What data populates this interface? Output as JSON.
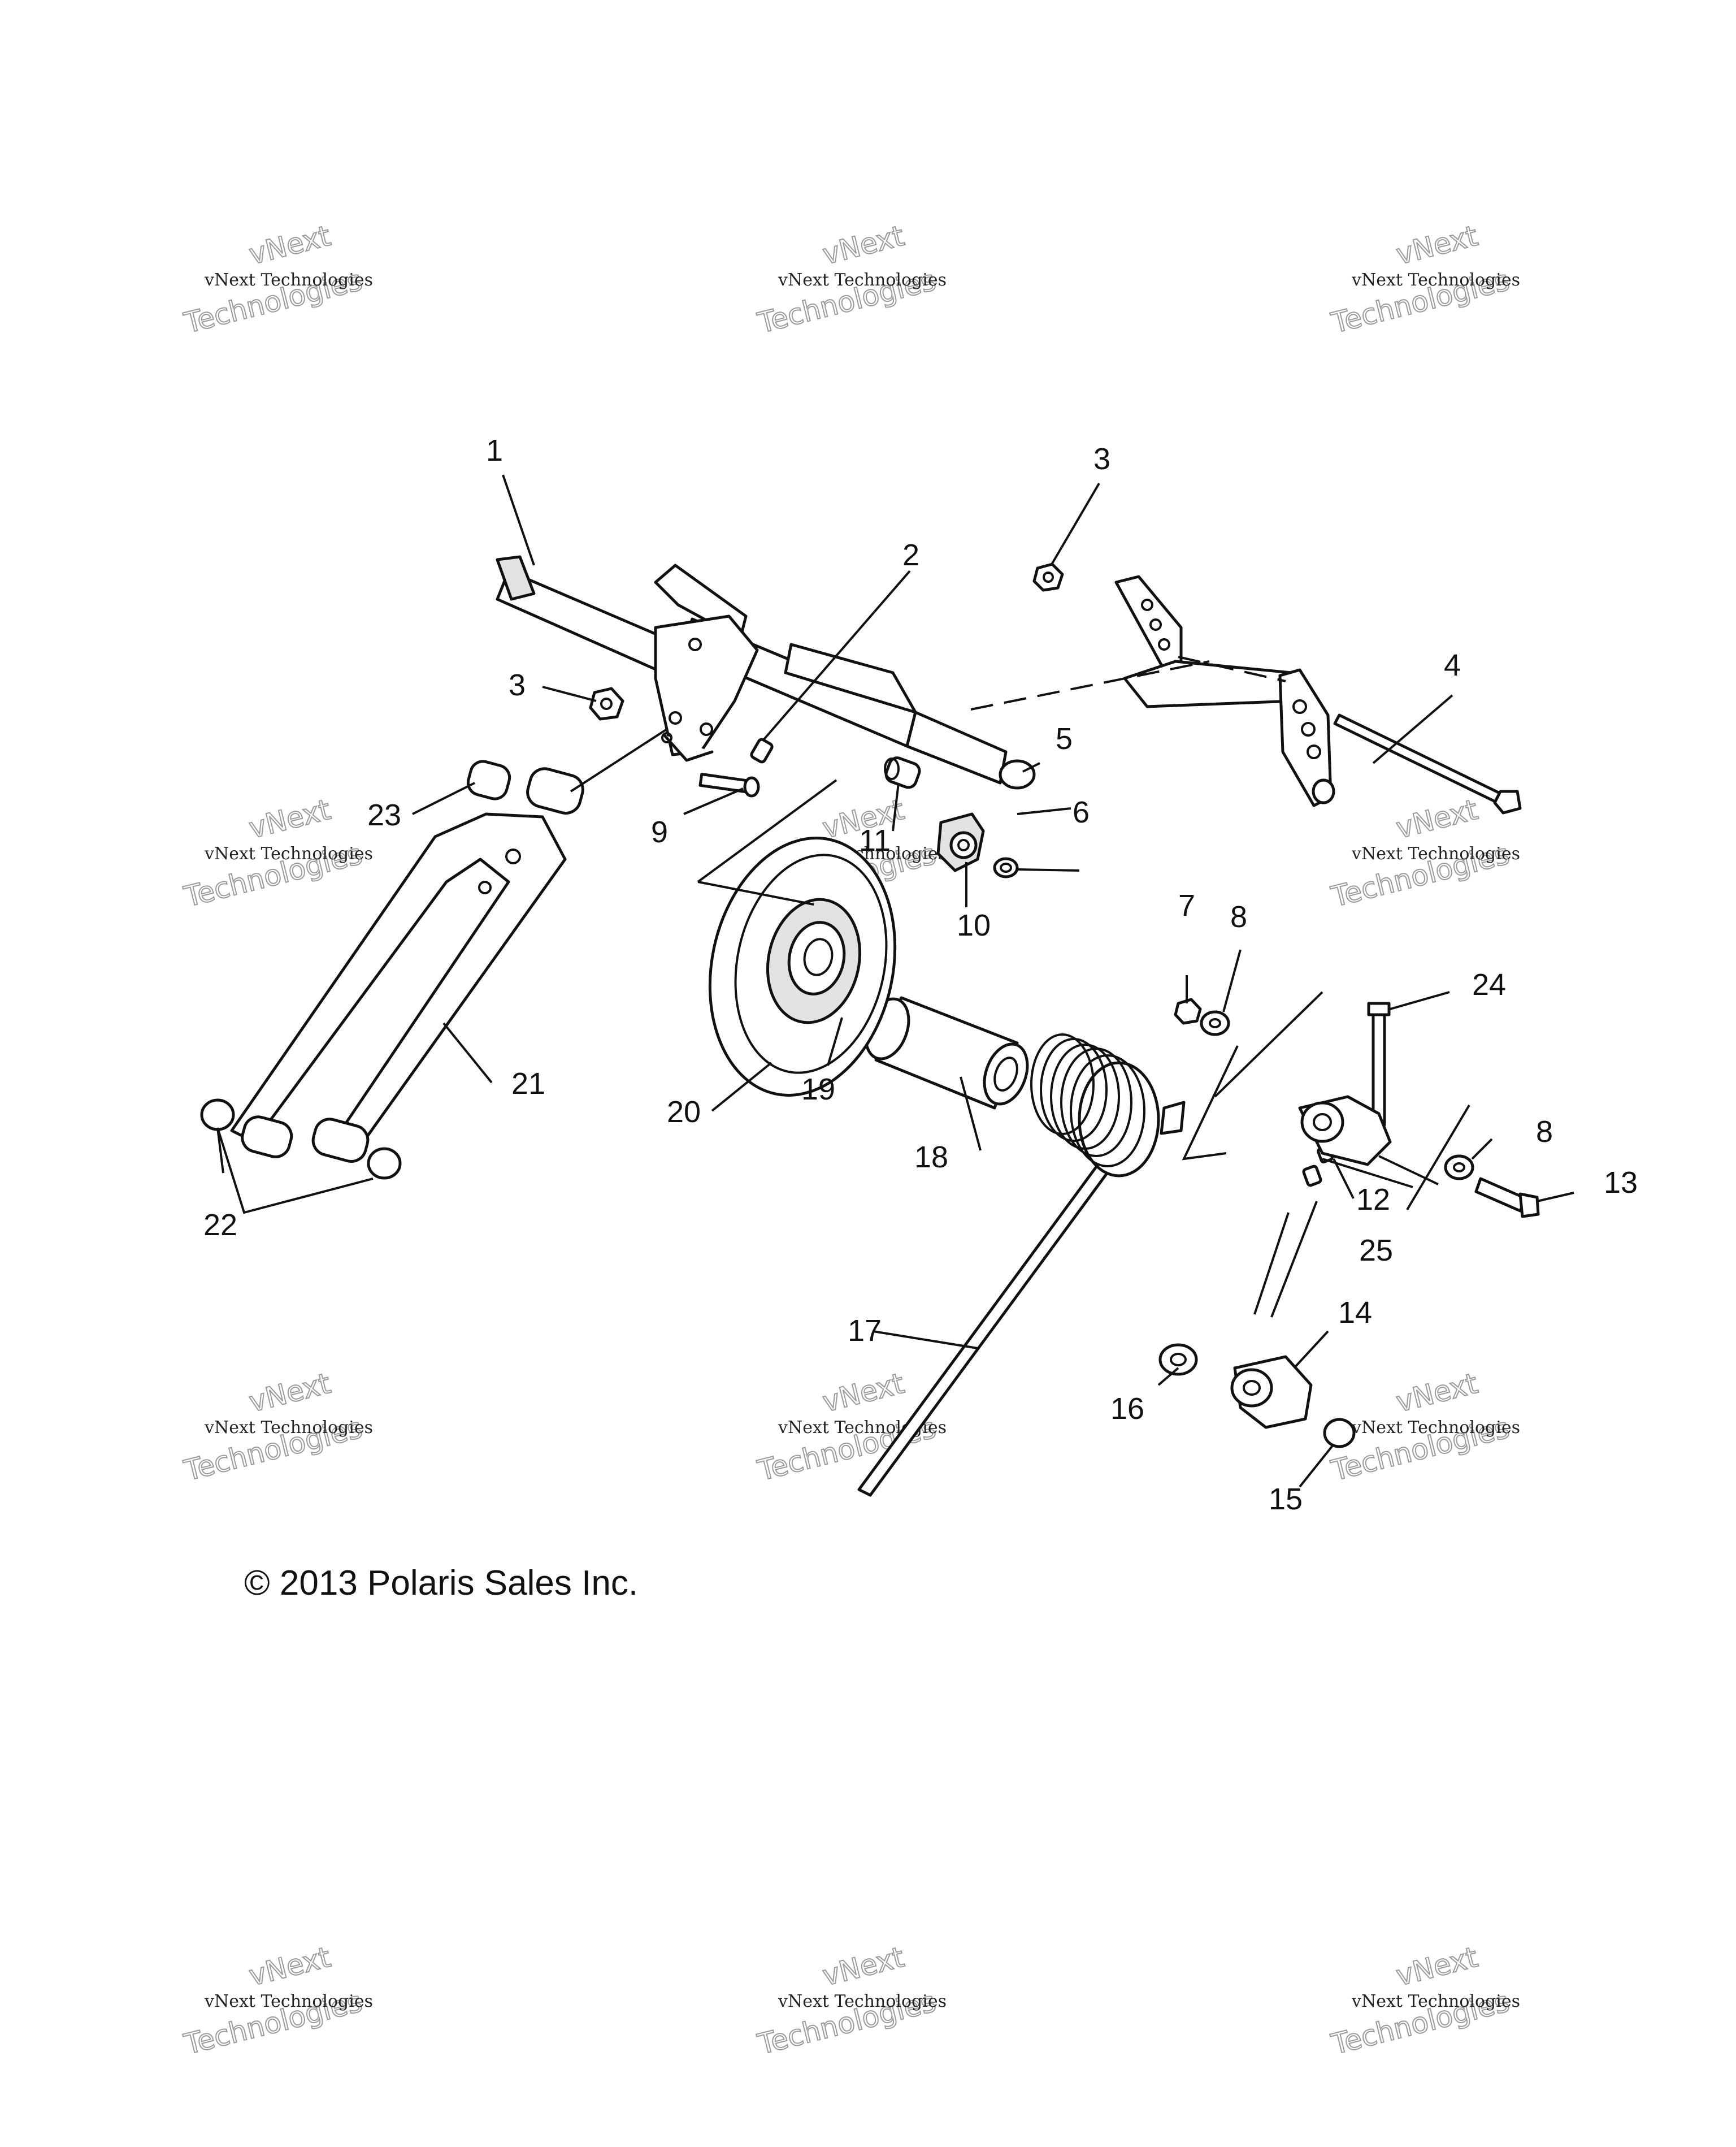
{
  "diagram": {
    "callouts": {
      "c1": "1",
      "c2": "2",
      "c3a": "3",
      "c3b": "3",
      "c4": "4",
      "c5": "5",
      "c6": "6",
      "c7": "7",
      "c8a": "8",
      "c8b": "8",
      "c9": "9",
      "c10": "10",
      "c11": "11",
      "c12": "12",
      "c13": "13",
      "c14": "14",
      "c15": "15",
      "c16": "16",
      "c17": "17",
      "c18": "18",
      "c19": "19",
      "c20": "20",
      "c21": "21",
      "c22": "22",
      "c23": "23",
      "c24": "24",
      "c25": "25"
    },
    "copyright": "© 2013 Polaris Sales Inc."
  },
  "watermark": {
    "line_a": "vNext Technologies",
    "line_b": "vNext",
    "line_c": "Technologies"
  }
}
